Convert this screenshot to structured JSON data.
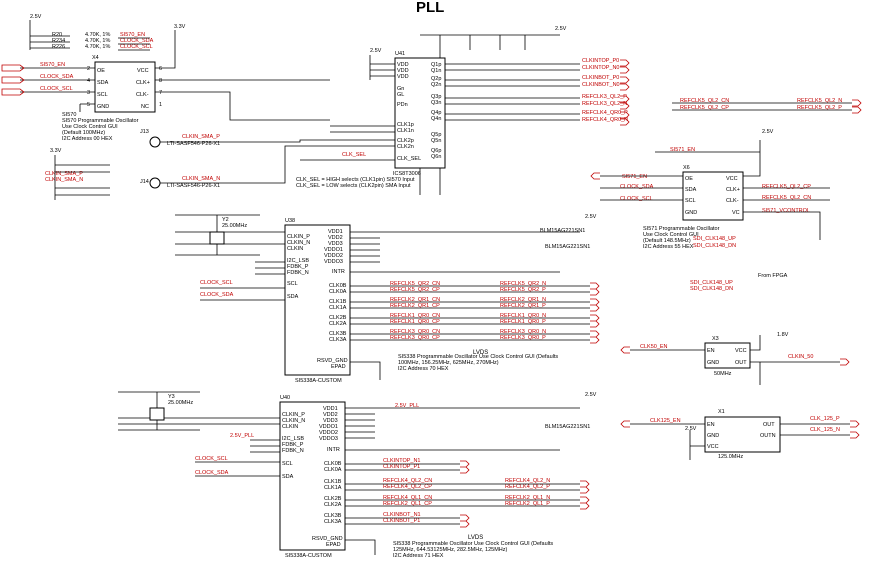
{
  "title": "PLL",
  "left_ports": [
    "SI570_EN",
    "CLOCK_SDA",
    "CLOCK_SCL",
    "CLKIN_SMA_P",
    "CLKIN_SMA_N"
  ],
  "x4": {
    "ref": "X4",
    "pins": [
      "OE",
      "SDA",
      "SCL",
      "GND",
      "VCC",
      "CLK+",
      "CLK-",
      "NC"
    ],
    "part": "SI570",
    "desc": [
      "SI570 Programmable Oscillator",
      "Use Clock Control GUI",
      "(Default 100MHz)",
      "I2C Address 00 HEX"
    ]
  },
  "pullups": [
    "4.70K, 1%",
    "4.70K, 1%",
    "4.70K, 1%"
  ],
  "pullup_refs": [
    "R20",
    "R234",
    "R226"
  ],
  "pullup_nets": [
    "SI570_EN",
    "CLOCK_SDA",
    "CLOCK_SCL"
  ],
  "u41": {
    "ref": "U41",
    "part": "ICS8T3006",
    "pins_left": [
      "VDD",
      "VDD",
      "VDD",
      "Gn",
      "GL",
      "PDn",
      "CLK1p",
      "CLK1n",
      "CLK2p",
      "CLK2n",
      "CLK_SEL"
    ],
    "pins_right": [
      "Q1p",
      "Q1n",
      "Q2p",
      "Q2n",
      "Q3p",
      "Q3n",
      "Q4p",
      "Q4n",
      "Q5p",
      "Q5n",
      "Q6p",
      "Q6n"
    ],
    "nets_right": [
      "CLKINTOP_P0",
      "CLKINTOP_N0",
      "CLKINBOT_P0",
      "CLKINBOT_N0",
      "REFCLK3_QL2_P",
      "REFCLK3_QL2_N",
      "REFCLK4_QR0_P",
      "REFCLK4_QR0_N"
    ],
    "sel_note": [
      "CLK_SEL = HIGH selects (CLK1pin) SI570 Input",
      "CLK_SEL = LOW selects (CLK2pin) SMA Input"
    ]
  },
  "connectors": [
    "J13",
    "J14"
  ],
  "connector_part": "LTI-SASF546-P26-X1",
  "u38": {
    "ref": "U38",
    "part": "SI5338A-CUSTOM",
    "pins_left": [
      "CLKIN_P",
      "CLKIN_N",
      "CLKIN",
      "I2C_LSB",
      "FDBK_P",
      "FDBK_N",
      "SCL",
      "SDA"
    ],
    "pins_right": [
      "VDD1",
      "VDD2",
      "VDD3",
      "VDDO1",
      "VDDO2",
      "VDDO3",
      "INTR",
      "CLK0B",
      "CLK0A",
      "CLK1B",
      "CLK1A",
      "CLK2B",
      "CLK2A",
      "CLK3B",
      "CLK3A",
      "RSVD_GND",
      "EPAD"
    ],
    "nets_right": [
      "REFCLK5_QR2_CN",
      "REFCLK5_QR2_CP",
      "REFCLK2_QR1_CN",
      "REFCLK2_QR1_CP",
      "REFCLK1_QR0_CN",
      "REFCLK1_QR0_CP",
      "REFCLK3_QR0_CN",
      "REFCLK3_QR0_CP"
    ],
    "nets_out": [
      "REFCLK5_QR2_N",
      "REFCLK5_QR2_P",
      "REFCLK2_QR1_N",
      "REFCLK2_QR1_P",
      "REFCLK1_QR0_N",
      "REFCLK1_QR0_P",
      "REFCLK3_QR0_N",
      "REFCLK3_QR0_P"
    ],
    "desc": [
      "SI5338 Programmable Oscillator Use Clock Control GUI (Defaults",
      "100MHz, 156.25MHz, 625MHz, 270MHz)",
      "I2C Address 70 HEX"
    ],
    "lvds": "LVDS"
  },
  "u40": {
    "ref": "U40",
    "part": "SI5338A-CUSTOM",
    "pins_left": [
      "CLKIN_P",
      "CLKIN_N",
      "CLKIN",
      "I2C_LSB",
      "FDBK_P",
      "FDBK_N",
      "SCL",
      "SDA"
    ],
    "pins_right": [
      "VDD1",
      "VDD2",
      "VDD3",
      "VDDO1",
      "VDDO2",
      "VDDO3",
      "INTR",
      "CLK0B",
      "CLK0A",
      "CLK1B",
      "CLK1A",
      "CLK2B",
      "CLK2A",
      "CLK3B",
      "CLK3A",
      "RSVD_GND",
      "EPAD"
    ],
    "nets_right": [
      "CLKINTOP_N1",
      "CLKINTOP_P1",
      "REFCLK4_QL2_CN",
      "REFCLK4_QL2_CP",
      "REFCLK4_QL1_CN",
      "REFCLK2_QL1_CP",
      "CLKINBOT_N1",
      "CLKINBOT_P1"
    ],
    "nets_out": [
      "REFCLK4_QL2_N",
      "REFCLK4_QL2_P",
      "REFCLK2_QL1_N",
      "REFCLK2_QL1_P"
    ],
    "desc": [
      "SI5338 Programmable Oscillator Use Clock Control GUI (Defaults",
      "125MHz, 644.53125MHz, 282.5MHz, 125MHz)",
      "I2C Address 71 HEX"
    ],
    "lvds": "LVDS",
    "rail": "2.5V_PLL"
  },
  "x6": {
    "ref": "X6",
    "pins": [
      "OE",
      "SDA",
      "SCL",
      "GND",
      "VCC",
      "CLK+",
      "CLK-",
      "VC"
    ],
    "part": "SI571",
    "desc": [
      "SI571 Programmable Oscillator",
      "Use Clock Control GUI",
      "(Default 148.5MHz)",
      "I2C Address 55 HEX"
    ],
    "nets_left": [
      "SI571_EN",
      "CLOCK_SDA",
      "CLOCK_SCL"
    ],
    "nets_right": [
      "REFCLK5_QL2_CP",
      "REFCLK5_QL2_CN",
      "SI571_VCONTROL"
    ],
    "from_fpga": "From FPGA",
    "fpga_nets": [
      "SDI_CLK148_UP",
      "SDI_CLK148_DN"
    ]
  },
  "x3": {
    "ref": "X3",
    "pins": [
      "EN",
      "GND",
      "VCC",
      "OUT"
    ],
    "freq": "50MHz",
    "net_in": "CLK50_EN",
    "net_out": "CLKIN_50"
  },
  "x1": {
    "ref": "X1",
    "pins": [
      "EN",
      "GND",
      "VCC",
      "OUTN",
      "OUT"
    ],
    "freq": "125.0MHz",
    "net_in": "CLK125_EN",
    "nets_out": [
      "CLK_125_P",
      "CLK_125_N"
    ]
  },
  "crystals": [
    {
      "ref": "Y2",
      "freq": "25.00MHz"
    },
    {
      "ref": "Y3",
      "freq": "25.00MHz"
    }
  ],
  "ferrites": [
    "BLM15AG221SN1",
    "BLM15AG221SN1"
  ],
  "rails": [
    "2.5V",
    "3.3V",
    "1.8V"
  ],
  "pins_numbers_x4": [
    "2",
    "4",
    "3",
    "5",
    "6",
    "8",
    "7",
    "1"
  ],
  "top_right_nets": [
    "REFCLK5_QL2_N",
    "REFCLK5_QL2_P"
  ]
}
